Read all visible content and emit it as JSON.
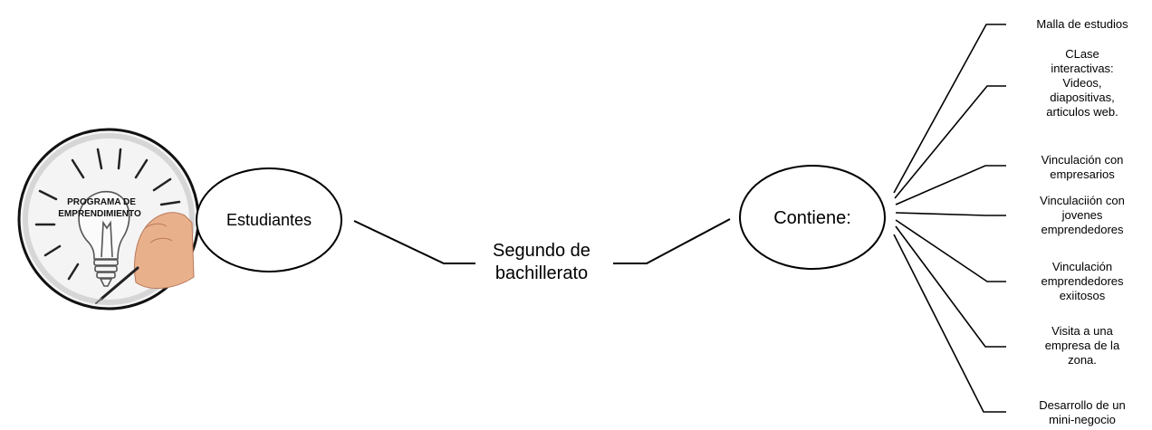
{
  "logo": {
    "line1": "PROGRAMA DE",
    "line2": "EMPRENDIMIENTO"
  },
  "nodes": {
    "estudiantes": "Estudiantes",
    "segundo_line1": "Segundo de",
    "segundo_line2": "bachillerato",
    "contiene": "Contiene:"
  },
  "leaves": [
    {
      "lines": [
        "Malla de estudios"
      ]
    },
    {
      "lines": [
        "CLase",
        "interactivas:",
        "Videos,",
        "diapositivas,",
        "articulos web."
      ]
    },
    {
      "lines": [
        "Vinculación con",
        "empresarios"
      ]
    },
    {
      "lines": [
        "Vinculaciión con",
        "jovenes",
        "emprendedores"
      ]
    },
    {
      "lines": [
        "Vinculación",
        "emprendedores",
        "exiitosos"
      ]
    },
    {
      "lines": [
        "Visita a una",
        "empresa de la",
        "zona."
      ]
    },
    {
      "lines": [
        "Desarrollo de un",
        "mini-negocio"
      ]
    }
  ]
}
